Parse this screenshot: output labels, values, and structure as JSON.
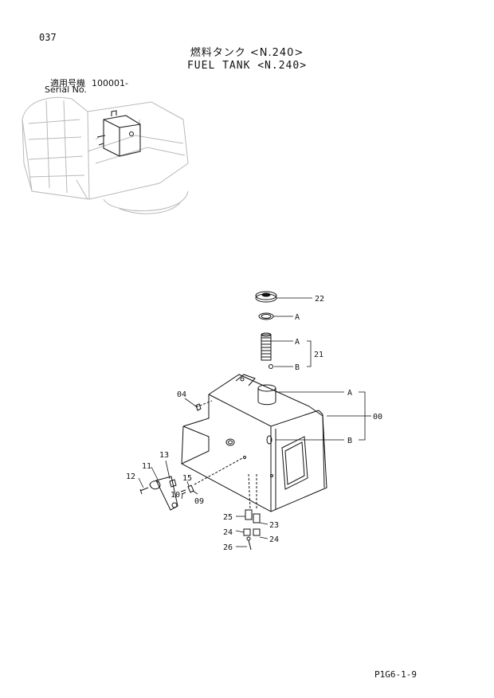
{
  "page_number": "037",
  "title_jp": "燃料タンク <N.240>",
  "title_en": "FUEL TANK <N.240>",
  "applicability": {
    "label_jp": "適用号機",
    "serial_range": "100001-",
    "label_en": "Serial No."
  },
  "sheet_code": "P1G6-1-9",
  "callouts": {
    "c00": "00",
    "c04": "04",
    "c09": "09",
    "c10": "10",
    "c11": "11",
    "c12": "12",
    "c13": "13",
    "c15": "15",
    "c21": "21",
    "c22": "22",
    "c23": "23",
    "c24a": "24",
    "c24b": "24",
    "c25": "25",
    "c26": "26",
    "refA1": "A",
    "refA2": "A",
    "refA3": "A",
    "refB1": "B",
    "refB2": "B"
  }
}
